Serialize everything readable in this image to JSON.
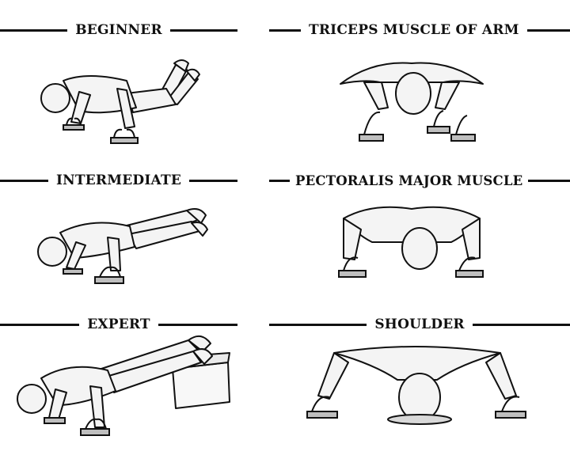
{
  "panels": {
    "beginner": {
      "title": "BEGINNER"
    },
    "triceps": {
      "title": "TRICEPS MUSCLE OF ARM"
    },
    "intermediate": {
      "title": "INTERMEDIATE"
    },
    "pectoralis": {
      "title": "PECTORALIS MAJOR MUSCLE"
    },
    "expert": {
      "title": "EXPERT"
    },
    "shoulder": {
      "title": "SHOULDER"
    }
  },
  "style": {
    "ink": "#111111",
    "background": "#ffffff",
    "skin": "#f4f4f4",
    "handle": "#bfbfbf"
  }
}
